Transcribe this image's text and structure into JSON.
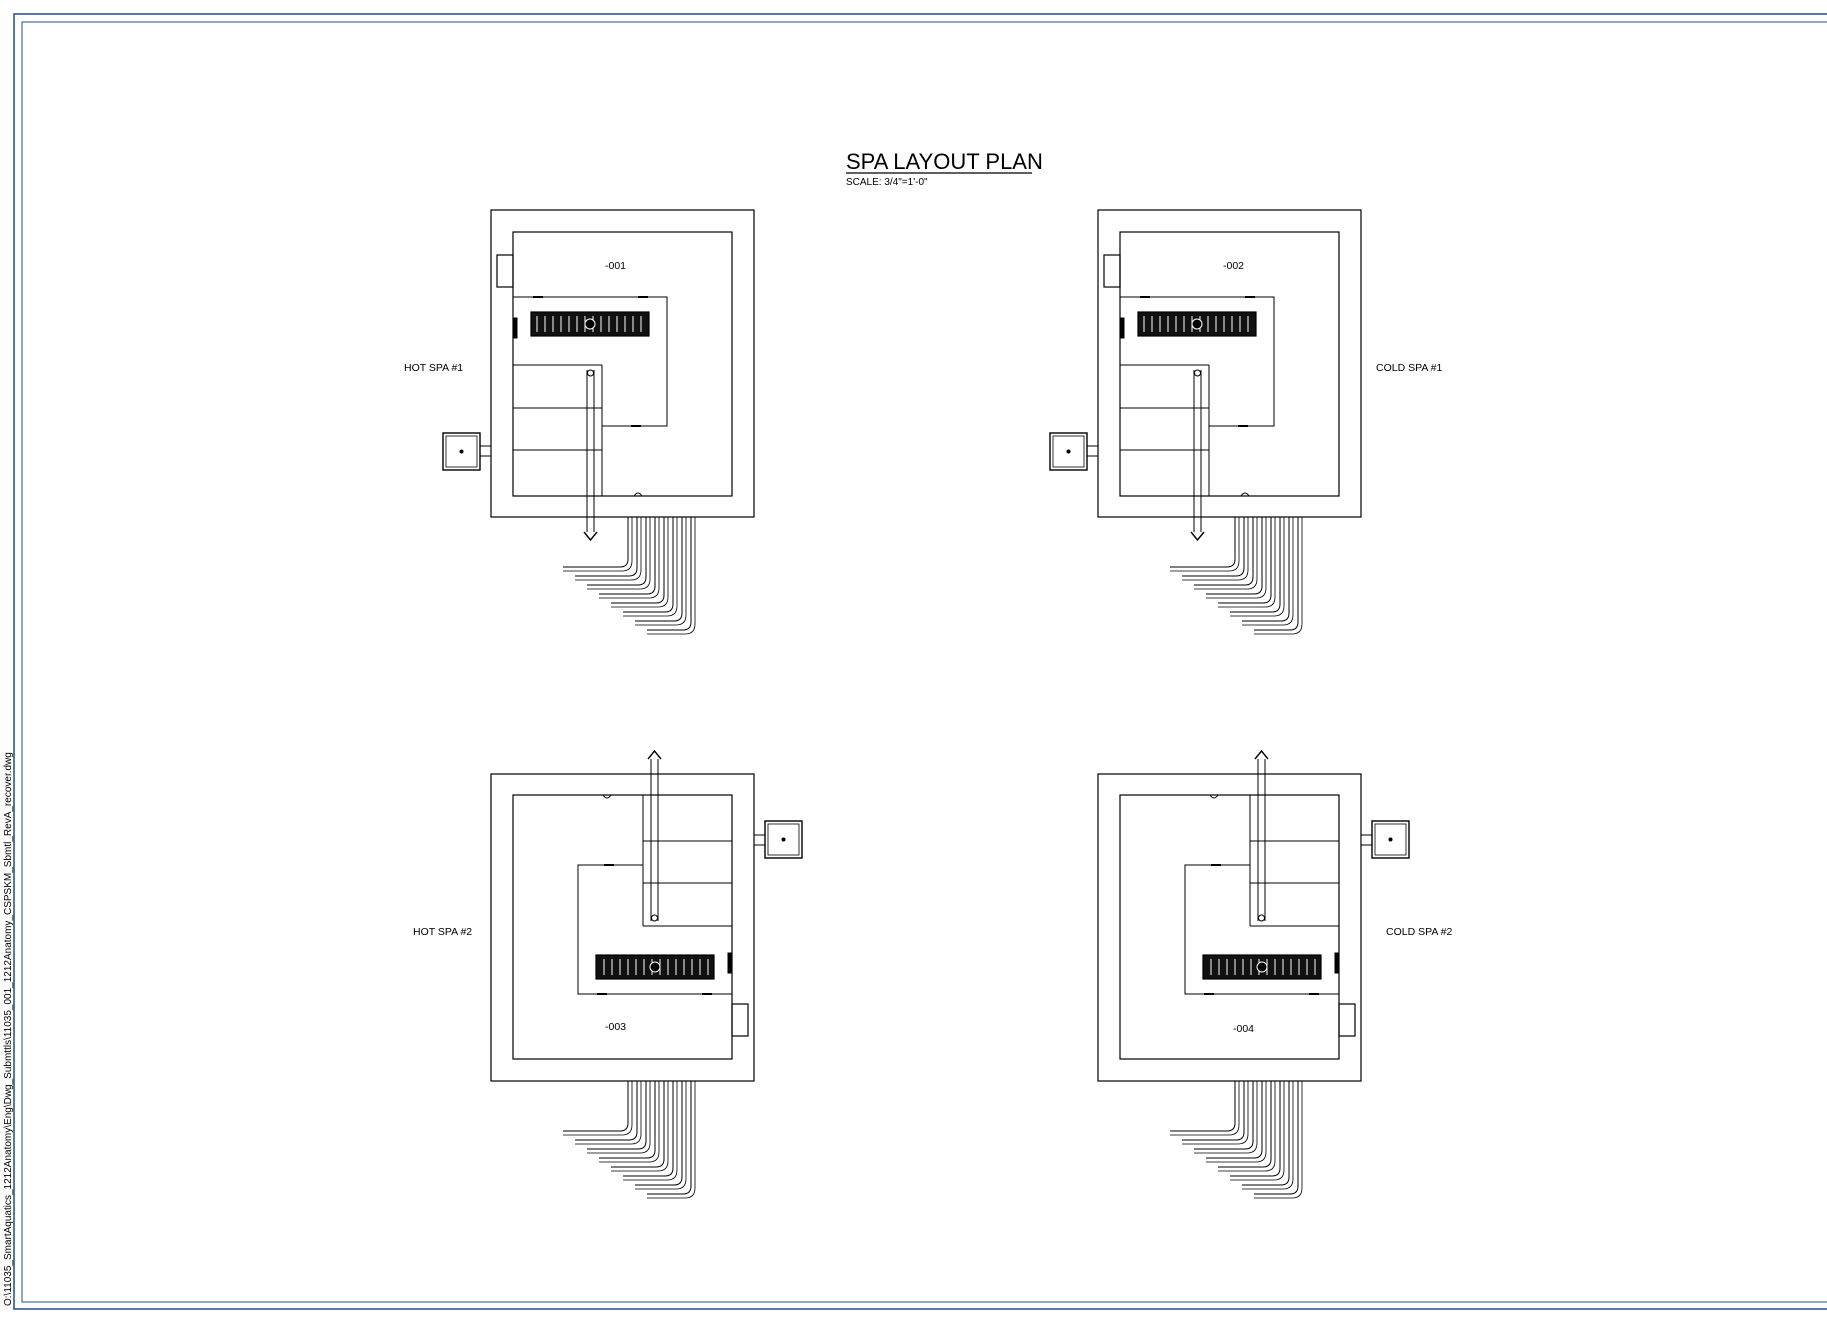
{
  "drawing": {
    "title": "SPA LAYOUT PLAN",
    "scale": "SCALE: 3/4\"=1'-0\"",
    "file_path": "O:\\11035_SmartAquatics_1212Anatomy\\Eng\\Dwg_Submttls\\11035_001_1212Anatomy_CSPSKM_Sbmtl_RevA_recover.dwg",
    "border_color": "#1f4e8c",
    "line_color": "#000000"
  },
  "spas": [
    {
      "label": "HOT SPA #1",
      "tag": "-001"
    },
    {
      "label": "COLD SPA #1",
      "tag": "-002"
    },
    {
      "label": "HOT SPA #2",
      "tag": "-003"
    },
    {
      "label": "COLD SPA #2",
      "tag": "-004"
    }
  ]
}
